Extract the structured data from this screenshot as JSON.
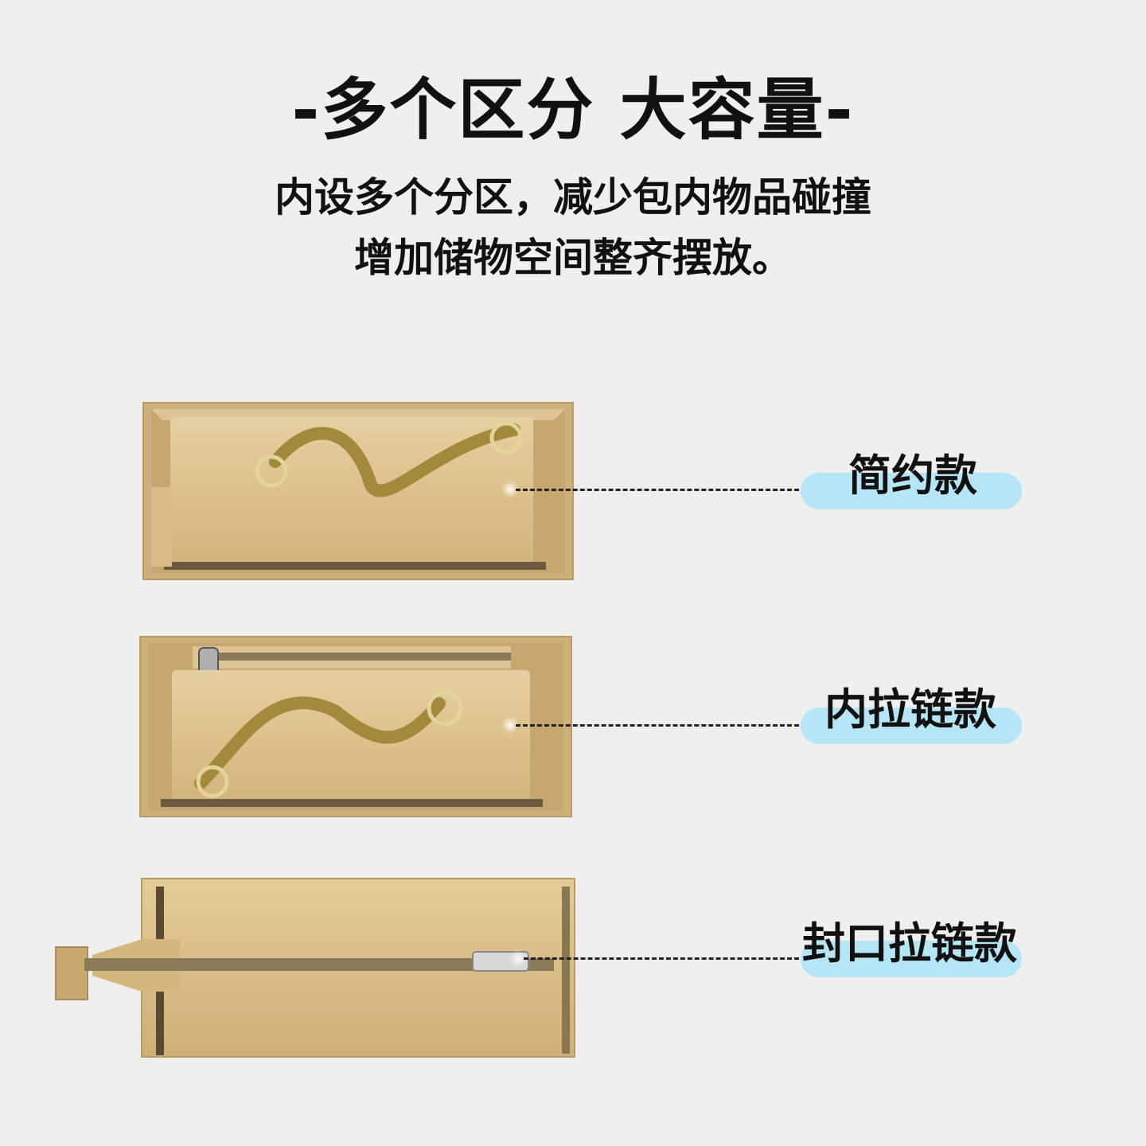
{
  "header": {
    "title": "-多个区分 大容量-",
    "subtitle_line1": "内设多个分区，减少包内物品碰撞",
    "subtitle_line2": "增加储物空间整齐摆放。"
  },
  "variants": [
    {
      "label": "简约款"
    },
    {
      "label": "内拉链款"
    },
    {
      "label": "封口拉链款"
    }
  ],
  "colors": {
    "background": "#efefef",
    "felt": "#d9bf8c",
    "label_pill": "#b6e6f5"
  }
}
